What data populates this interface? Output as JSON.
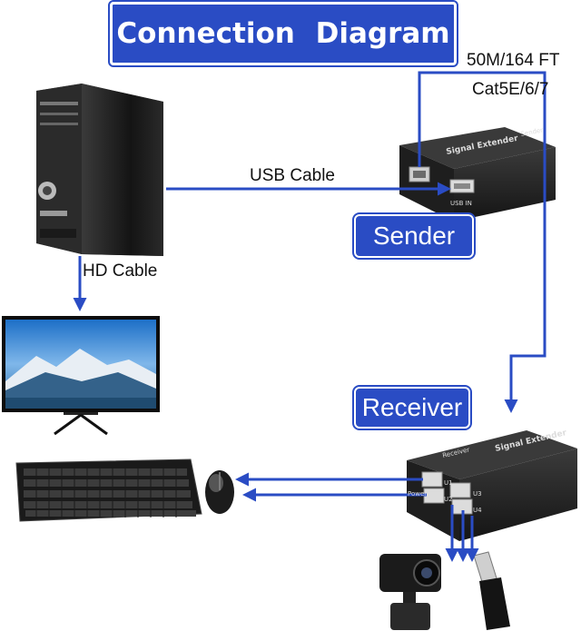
{
  "title": "Connection Diagram",
  "labels": {
    "cable_length": "50M/164 FT",
    "cable_type": "Cat5E/6/7",
    "usb_cable": "USB Cable",
    "hd_cable": "HD Cable",
    "sender": "Sender",
    "receiver": "Receiver"
  },
  "device_text": {
    "sender_name": "Signal Extender",
    "sender_tag": "Sender",
    "sender_port": "USB IN",
    "receiver_name": "Signal Extender",
    "receiver_tag": "Receiver",
    "ports": [
      "U1",
      "U2",
      "U3",
      "U4"
    ],
    "power": "Power"
  },
  "colors": {
    "accent": "#2a4cc4",
    "line": "#2a4cc4",
    "device_body": "#1b1b1b"
  }
}
